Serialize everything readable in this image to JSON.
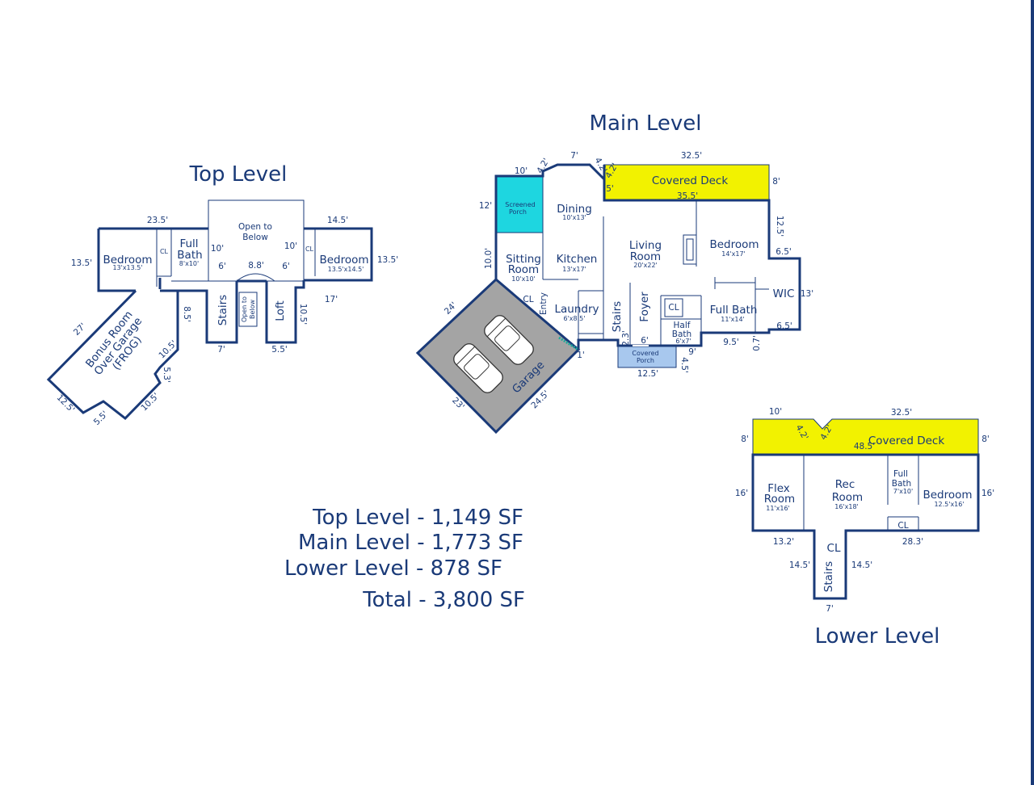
{
  "titles": {
    "main": "Main Level",
    "top": "Top Level",
    "lower": "Lower Level"
  },
  "colors": {
    "wall": "#1a3a78",
    "deck": "#f2f200",
    "screened": "#1ed6e0",
    "porch": "#a8c8ee",
    "garage": "#a4a4a4",
    "background": "#ffffff"
  },
  "summary": {
    "top": "Top Level - 1,149 SF",
    "main": "Main Level - 1,773 SF",
    "lower": "Lower Level - 878 SF",
    "total": "Total - 3,800 SF"
  },
  "main_level": {
    "rooms": {
      "screened_porch": [
        "Screened",
        "Porch"
      ],
      "dining": "Dining",
      "dining_size": "10'x13'",
      "sitting": [
        "Sitting",
        "Room"
      ],
      "sitting_size": "10'x10'",
      "kitchen": "Kitchen",
      "kitchen_size": "13'x17'",
      "living": [
        "Living",
        "Room"
      ],
      "living_size": "20'x22'",
      "bedroom": "Bedroom",
      "bedroom_size": "14'x17'",
      "wic": "WIC",
      "entry": "Entry",
      "cl": "CL",
      "laundry": "Laundry",
      "laundry_size": "6'x8.5'",
      "stairs": "Stairs",
      "foyer": "Foyer",
      "cl2": "CL",
      "half_bath": [
        "Half",
        "Bath"
      ],
      "half_bath_size": "6'x7'",
      "full_bath": "Full Bath",
      "full_bath_size": "11'x14'",
      "covered_porch": [
        "Covered",
        "Porch"
      ],
      "covered_deck": "Covered Deck",
      "garage": "Garage"
    },
    "dims": {
      "d10": "10'",
      "d42a": "4.2'",
      "d7": "7'",
      "d42b": "4.2'",
      "d42c": "4.2'",
      "d325": "32.5'",
      "d5": "5'",
      "d355": "35.5'",
      "d8": "8'",
      "d12": "12'",
      "d125": "12.5'",
      "d65a": "6.5'",
      "d100": "10.0'",
      "d13": "13'",
      "d65b": "6.5'",
      "d24": "24'",
      "d23": "2.3'",
      "d6": "6'",
      "d1": "1'",
      "d9": "9'",
      "d95": "9.5'",
      "d07": "0.7'",
      "d45": "4.5'",
      "d125b": "12.5'",
      "d23b": "23'",
      "d245": "24.5'"
    }
  },
  "top_level": {
    "rooms": {
      "bedroom_left": "Bedroom",
      "bedroom_left_size": "13'x13.5'",
      "cl": "CL",
      "full_bath": [
        "Full",
        "Bath"
      ],
      "full_bath_size": "8'x10'",
      "open_below": [
        "Open to",
        "Below"
      ],
      "bedroom_right": "Bedroom",
      "bedroom_right_size": "13.5'x14.5'",
      "cl2": "CL",
      "stairs": "Stairs",
      "open_small": [
        "Open to",
        "Below"
      ],
      "loft": "Loft",
      "bonus": [
        "Bonus Room",
        "Over Garage",
        "(FROG)"
      ]
    },
    "dims": {
      "d235": "23.5'",
      "d145": "14.5'",
      "d135a": "13.5'",
      "d135b": "13.5'",
      "d10a": "10'",
      "d10b": "10'",
      "d6a": "6'",
      "d88": "8.8'",
      "d6b": "6'",
      "d17": "17'",
      "d85": "8.5'",
      "d105": "10.5'",
      "d7": "7'",
      "d55": "5.5'",
      "d27": "27'",
      "d105b": "10.5'",
      "d53": "5.3'",
      "d125": "12.5'",
      "d55b": "5.5'",
      "d105c": "10.5'"
    }
  },
  "lower_level": {
    "rooms": {
      "covered_deck": "Covered Deck",
      "flex": [
        "Flex",
        "Room"
      ],
      "flex_size": "11'x16'",
      "rec": [
        "Rec",
        "Room"
      ],
      "rec_size": "16'x18'",
      "full_bath": [
        "Full",
        "Bath"
      ],
      "full_bath_size": "7'x10'",
      "bedroom": "Bedroom",
      "bedroom_size": "12.5'x16'",
      "cl": "CL",
      "cl2": "CL",
      "stairs": "Stairs"
    },
    "dims": {
      "d10": "10'",
      "d325": "32.5'",
      "d42a": "4.2'",
      "d42b": "4.2'",
      "d8a": "8'",
      "d485": "48.5'",
      "d8b": "8'",
      "d16a": "16'",
      "d16b": "16'",
      "d132": "13.2'",
      "d283": "28.3'",
      "d145a": "14.5'",
      "d145b": "14.5'",
      "d7": "7'"
    }
  }
}
